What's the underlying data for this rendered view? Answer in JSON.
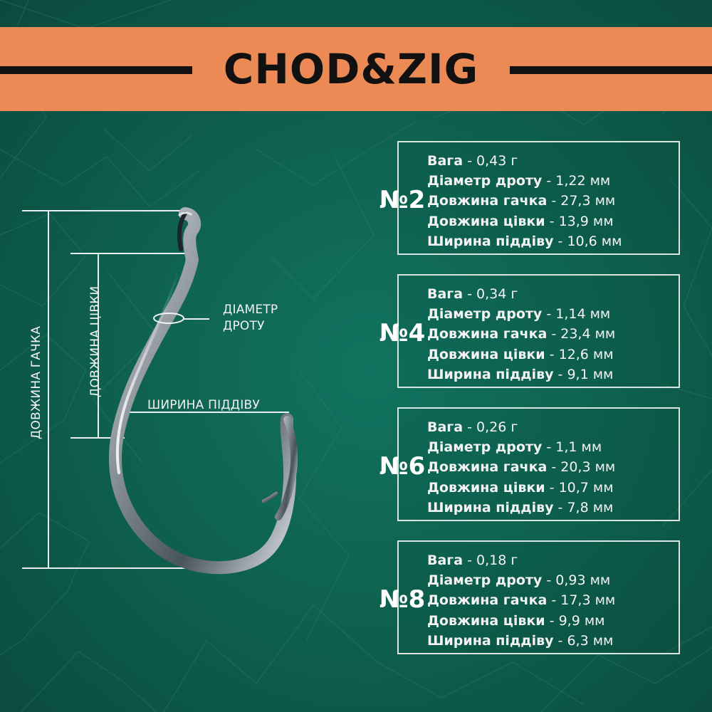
{
  "title": "CHOD&ZIG",
  "diagram_labels": {
    "hook_length": "ДОВЖИНА ГАЧКА",
    "shank_length": "ДОВЖИНА ЦІВКИ",
    "wire_diameter_line1": "ДІАМЕТР",
    "wire_diameter_line2": "ДРОТУ",
    "gap_width": "ШИРИНА ПІДДІВУ"
  },
  "specs": [
    {
      "number": "№2",
      "rows": [
        {
          "label": "Вага",
          "value": "0,43 г"
        },
        {
          "label": "Діаметр дроту",
          "value": "1,22 мм"
        },
        {
          "label": "Довжина гачка",
          "value": "27,3 мм"
        },
        {
          "label": "Довжина цівки",
          "value": "13,9 мм"
        },
        {
          "label": "Ширина піддіву",
          "value": "10,6 мм"
        }
      ]
    },
    {
      "number": "№4",
      "rows": [
        {
          "label": "Вага",
          "value": "0,34 г"
        },
        {
          "label": "Діаметр дроту",
          "value": "1,14 мм"
        },
        {
          "label": "Довжина гачка",
          "value": "23,4 мм"
        },
        {
          "label": "Довжина цівки",
          "value": "12,6 мм"
        },
        {
          "label": "Ширина піддіву",
          "value": "9,1 мм"
        }
      ]
    },
    {
      "number": "№6",
      "rows": [
        {
          "label": "Вага",
          "value": "0,26 г"
        },
        {
          "label": "Діаметр дроту",
          "value": "1,1 мм"
        },
        {
          "label": "Довжина гачка",
          "value": "20,3 мм"
        },
        {
          "label": "Довжина цівки",
          "value": "10,7 мм"
        },
        {
          "label": "Ширина піддіву",
          "value": "7,8 мм"
        }
      ]
    },
    {
      "number": "№8",
      "rows": [
        {
          "label": "Вага",
          "value": "0,18 г"
        },
        {
          "label": "Діаметр дроту",
          "value": "0,93 мм"
        },
        {
          "label": "Довжина гачка",
          "value": "17,3 мм"
        },
        {
          "label": "Довжина цівки",
          "value": "9,9 мм"
        },
        {
          "label": "Ширина піддіву",
          "value": "6,3 мм"
        }
      ]
    }
  ],
  "colors": {
    "background": "#0f6351",
    "banner": "#ec8a55",
    "title": "#111111",
    "text": "#f3f3f3",
    "border": "#d9e6df"
  },
  "icons": {
    "hook": "fishing-hook-icon"
  }
}
